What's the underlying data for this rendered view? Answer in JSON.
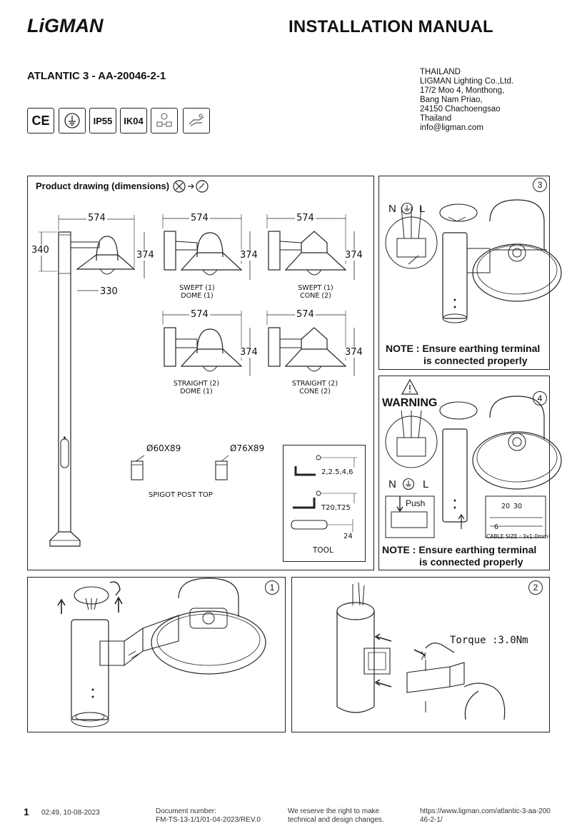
{
  "header": {
    "brand": "LiGMAN",
    "title": "INSTALLATION MANUAL",
    "model": "ATLANTIC 3 - AA-20046-2-1",
    "address": [
      "THAILAND",
      "LIGMAN Lighting Co.,Ltd.",
      "17/2 Moo 4, Monthong,",
      "Bang Nam Priao,",
      "24150 Chachoengsao",
      "Thailand",
      "info@ligman.com"
    ]
  },
  "certs": {
    "ce": "CE",
    "ip": "IP55",
    "ik": "IK04",
    "icons": [
      "earth-class-icon",
      "install-tools-icon",
      "handle-care-icon"
    ]
  },
  "drawing": {
    "title": "Product drawing (dimensions)",
    "post_width": "574",
    "post_height": "340",
    "post_head_height": "374",
    "post_arm": "330",
    "v1_width": "574",
    "v1_height": "374",
    "v1_caption_1": "SWEPT (1)",
    "v1_caption_2": "DOME (1)",
    "v2_width": "574",
    "v2_height": "374",
    "v2_caption_1": "SWEPT (1)",
    "v2_caption_2": "CONE (2)",
    "v3_width": "574",
    "v3_height": "374",
    "v3_caption_1": "STRAIGHT (2)",
    "v3_caption_2": "DOME (1)",
    "v4_width": "574",
    "v4_height": "374",
    "v4_caption_1": "STRAIGHT (2)",
    "v4_caption_2": "CONE (2)",
    "spigot_1": "Ø60X89",
    "spigot_2": "Ø76X89",
    "spigot_label": "SPIGOT POST TOP",
    "tool_hex": "2,2.5,4,6",
    "tool_torx": "T20,T25",
    "tool_wrench": "24",
    "tool_label": "TOOL"
  },
  "step3": {
    "number": "3",
    "n": "N",
    "l": "L",
    "note_1": "NOTE : Ensure earthing terminal",
    "note_2": "is connected properly"
  },
  "step4": {
    "number": "4",
    "warning": "WARNING",
    "n": "N",
    "l": "L",
    "push": "Push",
    "cable_20": "20",
    "cable_30": "30",
    "cable_6": "6",
    "cable_size": "CABLE SIZE : 3x1.0mm²",
    "note_1": "NOTE : Ensure earthing terminal",
    "note_2": "is connected properly"
  },
  "step1": {
    "number": "1"
  },
  "step2": {
    "number": "2",
    "torque": "Torque :3.0Nm"
  },
  "footer": {
    "page": "1",
    "datetime": "02:49, 10-08-2023",
    "doc_1": "Document number:",
    "doc_2": "FM-TS-13-1/1/01-04-2023/REV.0",
    "rights_1": "We reserve the right to make",
    "rights_2": "technical and design changes.",
    "url_1": "https://www.ligman.com/atlantic-3-aa-200",
    "url_2": "46-2-1/"
  }
}
